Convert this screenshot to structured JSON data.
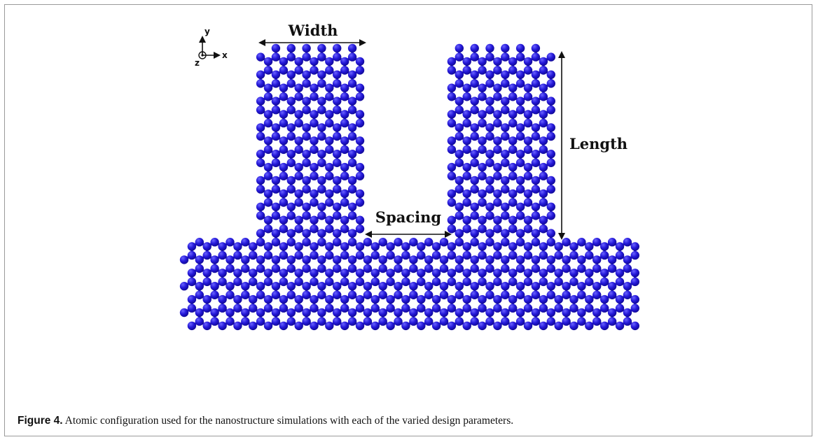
{
  "figure": {
    "axes_labels": {
      "y": "y",
      "x": "x",
      "z": "z"
    },
    "dimension_labels": {
      "width": "Width",
      "spacing": "Spacing",
      "length": "Length"
    },
    "colors": {
      "atom": "#1d14c8",
      "atom_highlight": "#5a4ff0",
      "bond": "#1a12b8"
    },
    "caption": {
      "number": "Figure 4.",
      "text": " Atomic configuration used for the nanostructure simulations with each of the varied design parameters."
    }
  }
}
